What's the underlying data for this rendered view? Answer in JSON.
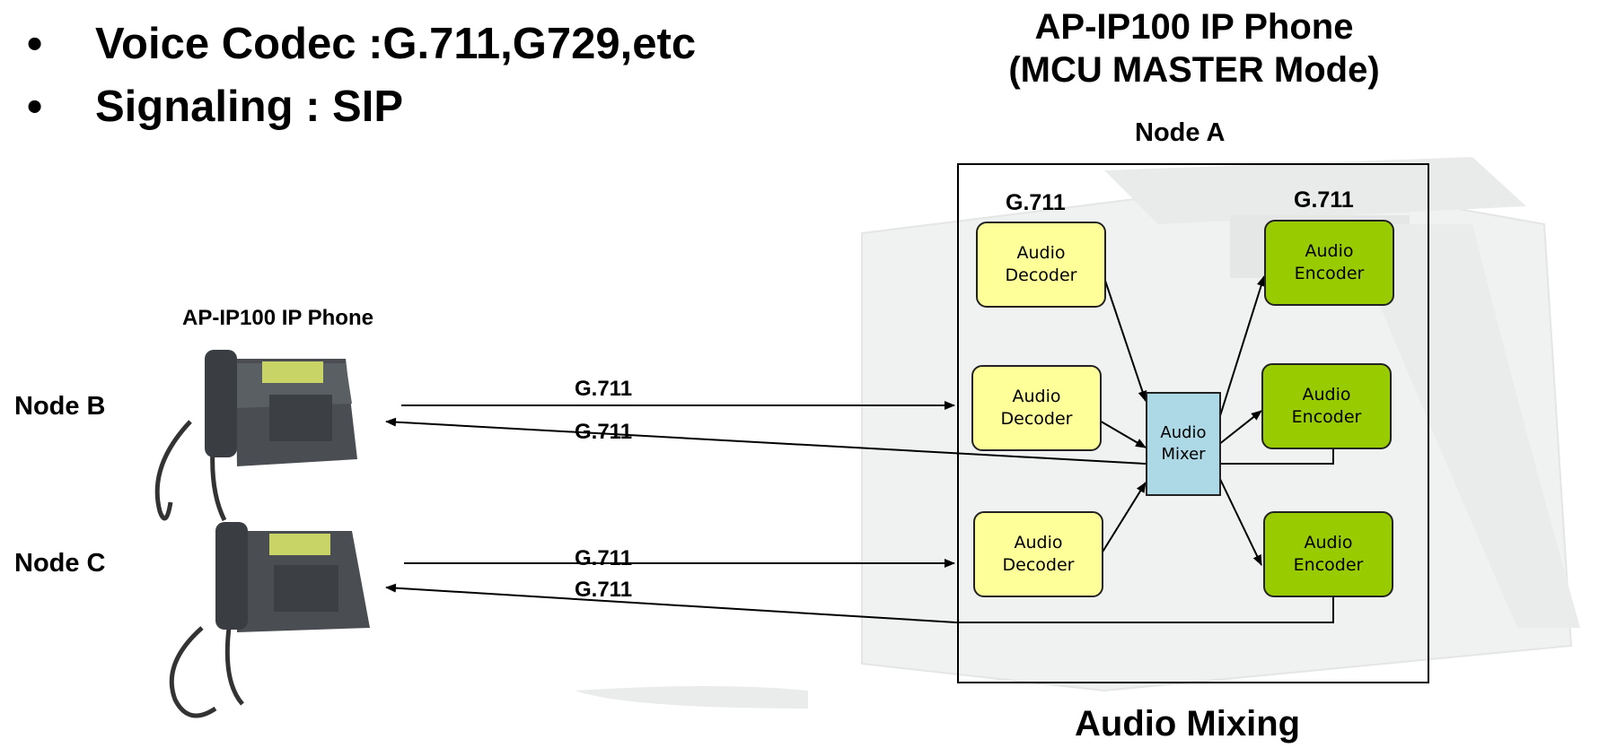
{
  "bullets": [
    {
      "marker": "•",
      "text": "Voice Codec :G.711,G729,etc"
    },
    {
      "marker": "•",
      "text": "Signaling : SIP"
    }
  ],
  "main_title": {
    "line1": "AP-IP100 IP Phone",
    "line2": "(MCU MASTER Mode)"
  },
  "node_a": {
    "label": "Node A",
    "codec_left": "G.711",
    "codec_right": "G.711",
    "decoders": [
      {
        "line1": "Audio",
        "line2": "Decoder"
      },
      {
        "line1": "Audio",
        "line2": "Decoder"
      },
      {
        "line1": "Audio",
        "line2": "Decoder"
      }
    ],
    "encoders": [
      {
        "line1": "Audio",
        "line2": "Encoder"
      },
      {
        "line1": "Audio",
        "line2": "Encoder"
      },
      {
        "line1": "Audio",
        "line2": "Encoder"
      }
    ],
    "mixer": {
      "line1": "Audio",
      "line2": "Mixer"
    }
  },
  "phone_label": "AP-IP100 IP Phone",
  "node_b": {
    "label": "Node B",
    "codec_tx": "G.711",
    "codec_rx": "G.711"
  },
  "node_c": {
    "label": "Node C",
    "codec_tx": "G.711",
    "codec_rx": "G.711"
  },
  "caption": "Audio Mixing",
  "colors": {
    "decoder": "#ffff99",
    "encoder": "#99cc00",
    "mixer": "#add8e6"
  }
}
